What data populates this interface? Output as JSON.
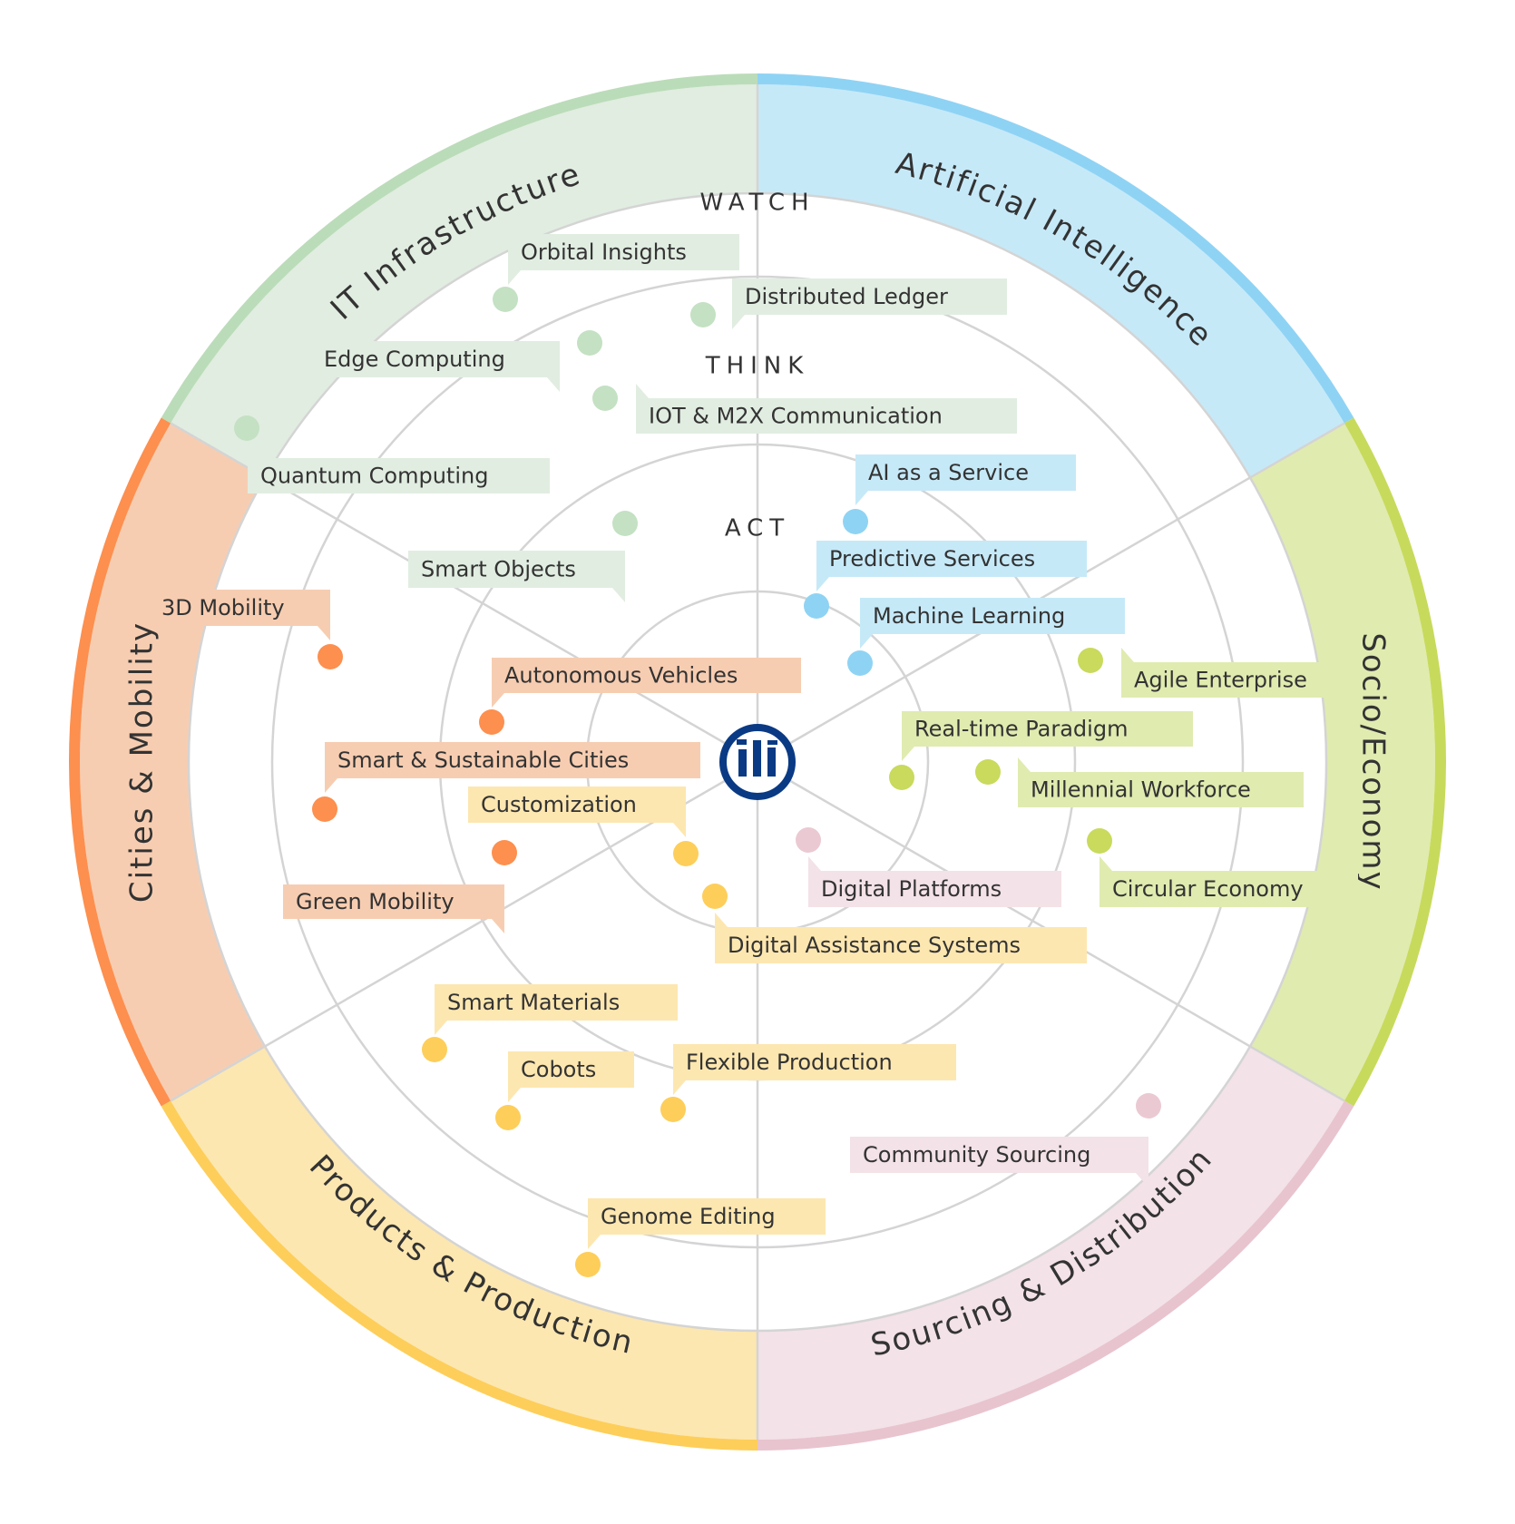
{
  "rings": [
    "ACT",
    "THINK",
    "WATCH"
  ],
  "sectors": [
    {
      "id": "it",
      "label": "IT Infrastructure",
      "light": "#e1ede1",
      "dark": "#bbdcb9",
      "dot": "#c4e1c3",
      "tag": "#e1ede1"
    },
    {
      "id": "ai",
      "label": "Artificial Intelligence",
      "light": "#c6e9f8",
      "dark": "#8fd3f4",
      "dot": "#8fd3f4",
      "tag": "#c6e9f8"
    },
    {
      "id": "socio",
      "label": "Socio/Economy",
      "light": "#e0ebb0",
      "dark": "#c8da5c",
      "dot": "#c9da5d",
      "tag": "#e0ebb0"
    },
    {
      "id": "sourcing",
      "label": "Sourcing & Distribution",
      "light": "#f3e2e7",
      "dark": "#e8c4cf",
      "dot": "#ebc9d3",
      "tag": "#f3e2e7"
    },
    {
      "id": "products",
      "label": "Products & Production",
      "light": "#fde7b0",
      "dark": "#fdce5a",
      "dot": "#fdce5a",
      "tag": "#fde7b0"
    },
    {
      "id": "cities",
      "label": "Cities & Mobility",
      "light": "#f7cdb1",
      "dark": "#fd8f4f",
      "dot": "#fd8f4f",
      "tag": "#f7cdb1"
    }
  ],
  "items": [
    {
      "label": "Orbital Insights",
      "sector": "it"
    },
    {
      "label": "Distributed Ledger",
      "sector": "it"
    },
    {
      "label": "Edge Computing",
      "sector": "it"
    },
    {
      "label": "IOT & M2X Communication",
      "sector": "it"
    },
    {
      "label": "Quantum Computing",
      "sector": "it"
    },
    {
      "label": "Smart Objects",
      "sector": "it"
    },
    {
      "label": "AI as a Service",
      "sector": "ai"
    },
    {
      "label": "Predictive Services",
      "sector": "ai"
    },
    {
      "label": "Machine Learning",
      "sector": "ai"
    },
    {
      "label": "Agile Enterprise",
      "sector": "socio"
    },
    {
      "label": "Real-time Paradigm",
      "sector": "socio"
    },
    {
      "label": "Millennial Workforce",
      "sector": "socio"
    },
    {
      "label": "Circular Economy",
      "sector": "socio"
    },
    {
      "label": "Digital Platforms",
      "sector": "sourcing"
    },
    {
      "label": "Community Sourcing",
      "sector": "sourcing"
    },
    {
      "label": "Customization",
      "sector": "products"
    },
    {
      "label": "Digital Assistance Systems",
      "sector": "products"
    },
    {
      "label": "Smart Materials",
      "sector": "products"
    },
    {
      "label": "Cobots",
      "sector": "products"
    },
    {
      "label": "Flexible Production",
      "sector": "products"
    },
    {
      "label": "Genome Editing",
      "sector": "products"
    },
    {
      "label": "3D Mobility",
      "sector": "cities"
    },
    {
      "label": "Autonomous Vehicles",
      "sector": "cities"
    },
    {
      "label": "Smart & Sustainable Cities",
      "sector": "cities"
    },
    {
      "label": "Green Mobility",
      "sector": "cities"
    }
  ],
  "logo": {
    "name": "center-logo",
    "color": "#0a3a84"
  }
}
